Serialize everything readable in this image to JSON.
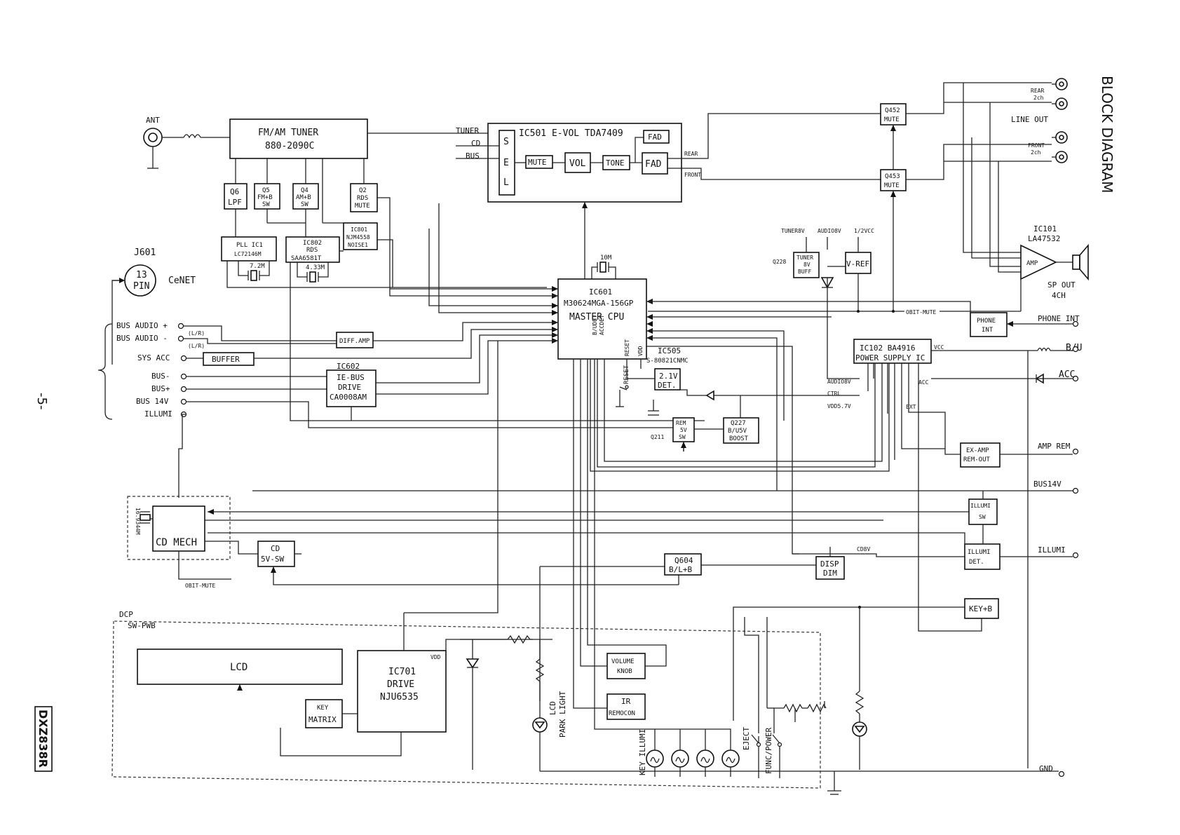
{
  "title": "BLOCK DIAGRAM",
  "page_number": "-5-",
  "model": "DXZ838R",
  "blocks": {
    "ant": "ANT",
    "tuner": [
      "FM/AM TUNER",
      "880-2090C"
    ],
    "q6": [
      "Q6",
      "LPF"
    ],
    "q5": [
      "Q5",
      "FM+B",
      "SW"
    ],
    "q4": [
      "Q4",
      "AM+B",
      "SW"
    ],
    "q2": [
      "Q2",
      "RDS",
      "MUTE"
    ],
    "ic801": [
      "IC801",
      "NJM4558",
      "NOISE1"
    ],
    "pll": [
      "PLL  IC1",
      "LC72146M"
    ],
    "ic802": [
      "IC802",
      "RDS",
      "SAA6581T"
    ],
    "xtal1": "7.2M",
    "xtal2": "4.33M",
    "j601": "J601",
    "j601_pin": [
      "13",
      "PIN"
    ],
    "cenet": "CeNET",
    "ic501": "IC501 E-VOL  TDA7409",
    "ic501_in": [
      "TUNER",
      "CD",
      "BUS"
    ],
    "sel": [
      "S",
      "E",
      "L"
    ],
    "mute": "MUTE",
    "vol": "VOL",
    "tone": "TONE",
    "fad": "FAD",
    "fad2": "FAD",
    "rear": "REAR",
    "front": "FRONT",
    "q452": [
      "Q452",
      "MUTE"
    ],
    "q453": [
      "Q453",
      "MUTE"
    ],
    "rear_out": [
      "REAR",
      "2ch"
    ],
    "line_out": "LINE OUT",
    "front_out": [
      "FRONT",
      "2ch"
    ],
    "ic101": [
      "IC101",
      "LA47532"
    ],
    "amp": "AMP",
    "sp_out": [
      "SP OUT",
      "4CH"
    ],
    "tuner8v_labels": [
      "TUNER8V",
      "AUDIO8V",
      "1/2VCC"
    ],
    "q228": "Q228",
    "tuner8v_buff": [
      "TUNER",
      "8V",
      "BUFF"
    ],
    "vref": "V-REF",
    "obit_mute": "OBIT-MUTE",
    "xtal_cpu": "10M",
    "ic601": [
      "IC601",
      "M30624MGA-156GP",
      "MASTER CPU"
    ],
    "cpu_pins": [
      "B/UDET",
      "ACCDET",
      "RESET",
      "VDD"
    ],
    "phone_int_box": [
      "PHONE",
      "INT"
    ],
    "phone_int": "PHONE INT",
    "ic102": [
      "IC102 BA4916",
      "POWER SUPPLY IC"
    ],
    "vcc": "VCC",
    "bu": "B/U",
    "acc_in": "ACC",
    "acc_pin": "ACC",
    "audio8v": "AUDIO8V",
    "ctrl": "CTRL",
    "vdd57": "VDD5.7V",
    "ext": "EXT",
    "bus_inputs": [
      "BUS AUDIO +",
      "BUS AUDIO -",
      "SYS ACC",
      "BUS-",
      "BUS+",
      "BUS 14V",
      "ILLUMI"
    ],
    "lr": [
      "(L/R)",
      "(L/R)"
    ],
    "diff_amp": "DIFF.AMP",
    "buffer": "BUFFER",
    "ic602": [
      "IC602",
      "IE-BUS",
      "DRIVE",
      "CA0008AM"
    ],
    "ic505": [
      "IC505",
      "S-80821CNMC"
    ],
    "det": [
      "2.1V",
      "DET."
    ],
    "reset": "RESET",
    "q211": "Q211",
    "rem5v": [
      "REM",
      "5V",
      "SW"
    ],
    "q227": [
      "Q227",
      "B/U5V",
      "BOOST"
    ],
    "examp": [
      "EX-AMP",
      "REM-OUT"
    ],
    "amp_rem": "AMP REM",
    "bus14v": "BUS14V",
    "illumi_sw": [
      "ILLUMI",
      "SW"
    ],
    "illumi_det": [
      "ILLUMI",
      "DET."
    ],
    "illumi_out": "ILLUMI",
    "cd8v": "CD8V",
    "cd_mech": "CD MECH",
    "xtal_cd": "16.9344M",
    "cd5v": [
      "CD",
      "5V-SW"
    ],
    "obit_mute2": "OBIT-MUTE",
    "q604": [
      "Q604",
      "B/L+B"
    ],
    "disp_dim": [
      "DISP",
      "DIM"
    ],
    "key_b": "KEY+B",
    "gnd": "GND",
    "dcp": "DCP",
    "swpwb": "SW-PWB",
    "lcd": "LCD",
    "ic701": [
      "IC701",
      "DRIVE",
      "NJU6535"
    ],
    "vdd": "VDD",
    "key_matrix": [
      "KEY",
      "MATRIX"
    ],
    "volume_knob": [
      "VOLUME",
      "KNOB"
    ],
    "ir_remocon": [
      "IR",
      "REMOCON"
    ],
    "lcd_park": [
      "LCD",
      "PARK LIGHT"
    ],
    "key_illumi": "KEY ILLUMI",
    "eject": "EJECT",
    "func_power": "FUNC/POWER"
  }
}
